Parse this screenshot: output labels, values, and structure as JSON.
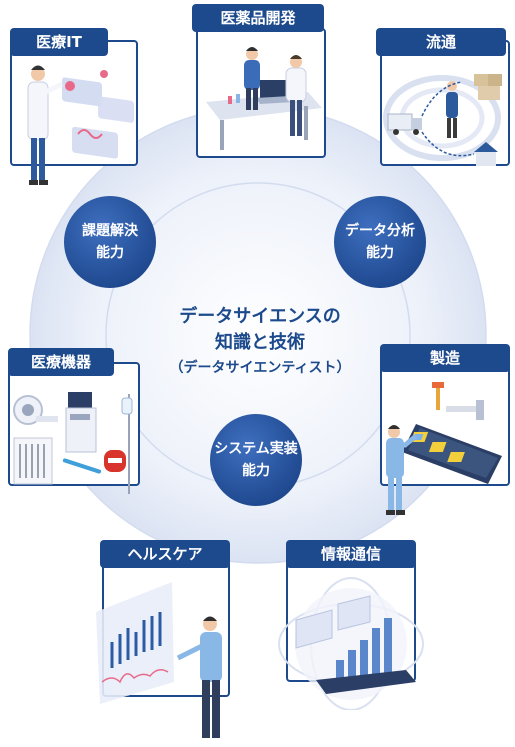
{
  "center": {
    "line1": "データサイエンスの",
    "line2": "知識と技術",
    "line3": "（データサイエンティスト）"
  },
  "skills": {
    "problem_solving": {
      "line1": "課題解決",
      "line2": "能力"
    },
    "data_analysis": {
      "line1": "データ分析",
      "line2": "能力"
    },
    "system_impl": {
      "line1": "システム実装",
      "line2": "能力"
    }
  },
  "fields": {
    "medical_it": "医療IT",
    "drug_dev": "医薬品開発",
    "logistics": "流通",
    "medical_devices": "医療機器",
    "manufacturing": "製造",
    "healthcare": "ヘルスケア",
    "ict": "情報通信"
  },
  "colors": {
    "navy": "#1c4a8c",
    "ring_outer": "#e6ebf6",
    "ring_inner": "#f3f6fc",
    "skill_circle": "#2c5ba6"
  }
}
